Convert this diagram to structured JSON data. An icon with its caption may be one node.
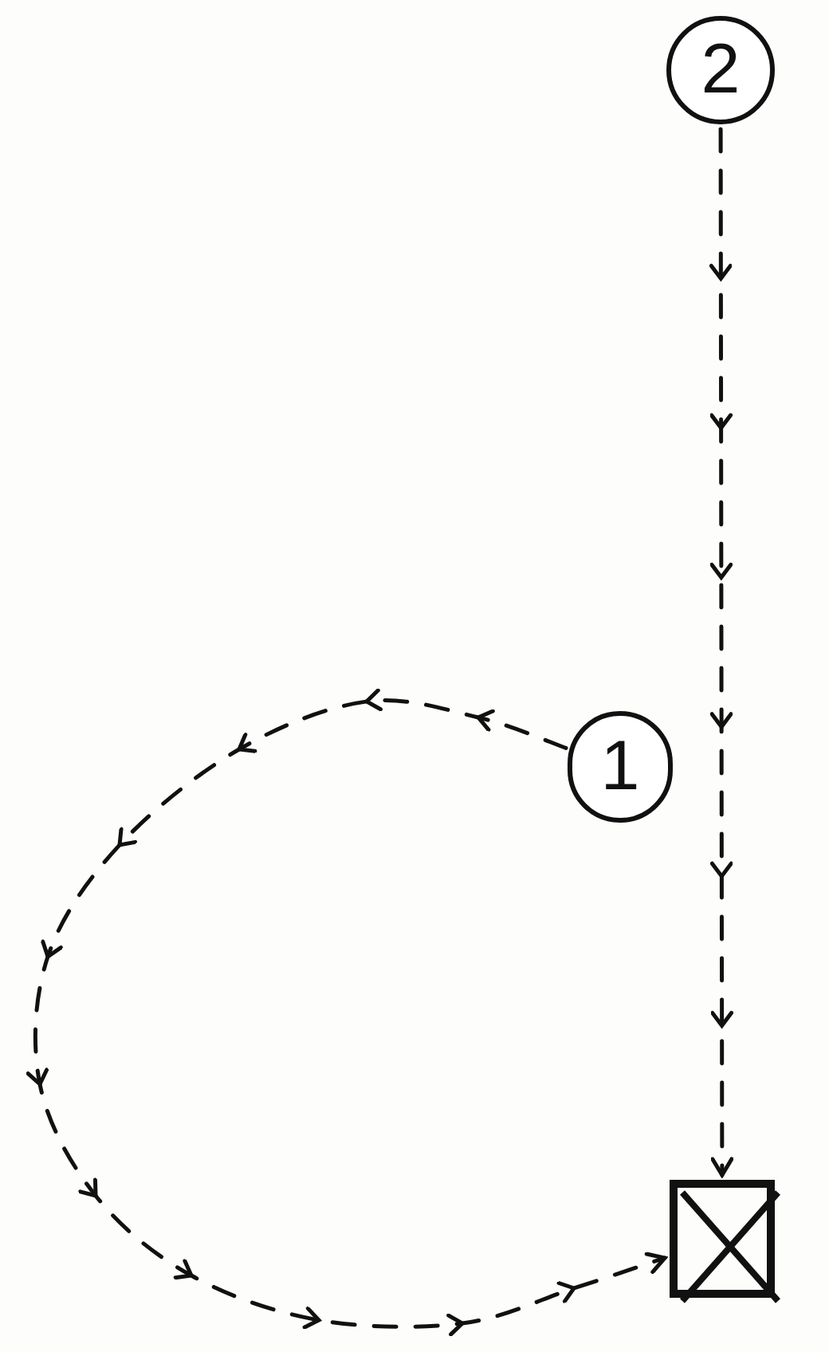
{
  "diagram": {
    "nodes": [
      {
        "text": [
          "2"
        ]
      },
      {
        "text": [
          "1"
        ]
      },
      {
        "text": [],
        "shape": "box"
      }
    ],
    "edges": [
      {
        "from": 0,
        "to": 2,
        "arrow": "to",
        "style": "dashed"
      },
      {
        "from": 1,
        "to": 2,
        "arrow": "to",
        "style": "dashed"
      }
    ]
  }
}
